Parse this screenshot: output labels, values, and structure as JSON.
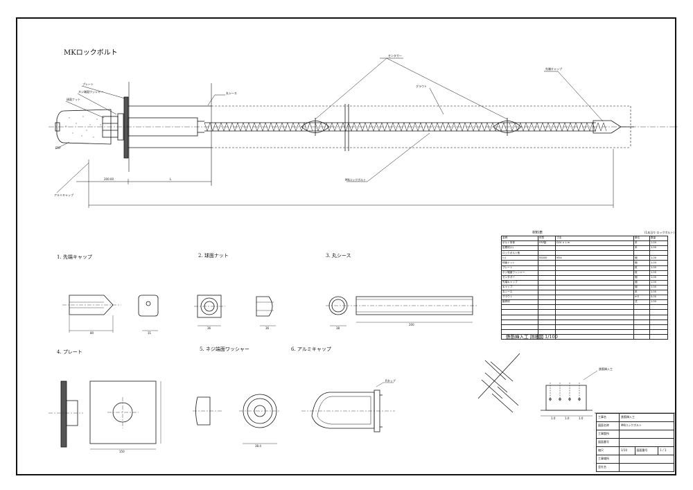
{
  "drawing": {
    "title": "MKロックボルト",
    "main_callouts": {
      "centralizer": "センタガー",
      "grout": "グラウト",
      "cap_end": "先端キャップ",
      "plate": "プレート",
      "washer": "ネジ端面ワッシャー",
      "nut": "球面ナット",
      "tube": "丸シース",
      "frp": "FRP",
      "bolt": "MKロックボルト",
      "dome_cap": "アルミキャップ"
    },
    "dims": {
      "d1": "200.00",
      "d2": "L"
    },
    "parts": [
      {
        "label": "1. 先端キャップ",
        "dim1": "80",
        "dim2": "31"
      },
      {
        "label": "2. 球面ナット",
        "dim1": "36",
        "dim2": "36"
      },
      {
        "label": "3. 丸シース",
        "dim1": "38",
        "dim2": "200"
      },
      {
        "label": "4. プレート",
        "dim1": "150"
      },
      {
        "label": "5. ネジ端面ワッシャー",
        "dim1": "38.4"
      },
      {
        "label": "6. アルミキャップ",
        "dim1": "Rタップ"
      }
    ]
  },
  "materials": {
    "title": "材料表",
    "unit_note": "(1本当り ロックボルト)",
    "headers": [
      "名称",
      "材質",
      "寸法",
      "単位",
      "数量"
    ],
    "rows": [
      [
        "ボルト本体",
        "FRP製",
        "D24 × L m",
        "本",
        "1.00"
      ],
      [
        "定着材(1)",
        "",
        "",
        "本",
        "1.00"
      ],
      [
        "ロックボルト長",
        "",
        "",
        "",
        ""
      ],
      [
        "ﾅｯﾄ",
        "SS400",
        "M24",
        "個",
        "1.00"
      ],
      [
        "球面ナット",
        "",
        "",
        "個",
        "1.00"
      ],
      [
        "プレート",
        "",
        "",
        "枚",
        "1.00"
      ],
      [
        "ネジ端面ワッシャー",
        "",
        "",
        "枚",
        "1.00"
      ],
      [
        "センタガー",
        "",
        "",
        "個",
        "1.00"
      ],
      [
        "先端キャップ",
        "",
        "",
        "個",
        "1.00"
      ],
      [
        "キャップ",
        "",
        "",
        "個",
        "1.00"
      ],
      [
        "丸シース",
        "",
        "",
        "本",
        "1.00"
      ],
      [
        "グラウト",
        "",
        "",
        "m3",
        "0.00"
      ],
      [
        "副資材",
        "",
        "",
        "式",
        "1.00"
      ],
      [
        "",
        "",
        "",
        "",
        ""
      ],
      [
        "",
        "",
        "",
        "",
        ""
      ],
      [
        "",
        "",
        "",
        "",
        ""
      ],
      [
        "",
        "",
        "",
        "",
        ""
      ],
      [
        "",
        "",
        "",
        "",
        ""
      ],
      [
        "",
        "",
        "",
        "",
        ""
      ],
      [
        "",
        "",
        "",
        "",
        ""
      ]
    ]
  },
  "detail": {
    "title": "鉄筋挿入工 詳細図 1/100",
    "note": "鉄筋挿入工",
    "dims": [
      "1.0",
      "1.0",
      "1.0"
    ]
  },
  "title_block": {
    "rows": [
      [
        "工事名",
        "鉄筋挿入工"
      ],
      [
        "図面名称",
        "MKロックボルト"
      ],
      [
        "工事箇所",
        ""
      ],
      [
        "図面番号",
        ""
      ],
      [
        "縮尺",
        "1/10",
        "図面番号",
        "1 / 1"
      ],
      [
        "工事場所",
        ""
      ],
      [
        "会社名",
        ""
      ]
    ]
  }
}
